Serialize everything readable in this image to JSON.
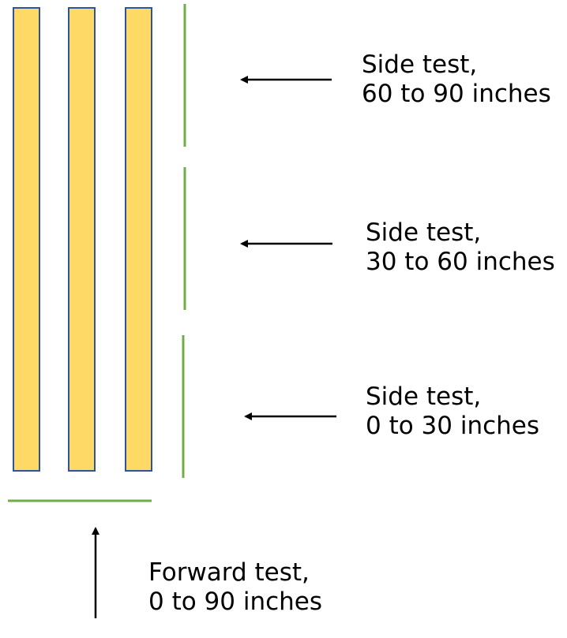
{
  "colors": {
    "bar_fill": "#FFD966",
    "bar_stroke": "#2F5597",
    "segment_stroke": "#70AD47",
    "arrow": "#000000",
    "text": "#000000",
    "background": "#FFFFFF"
  },
  "diagram": {
    "bar_count": 3,
    "icons": [
      "arrow-left-icon",
      "arrow-left-icon",
      "arrow-left-icon",
      "arrow-up-icon"
    ]
  },
  "labels": {
    "side_60_90": {
      "line1": "Side test,",
      "line2": "60 to 90 inches"
    },
    "side_30_60": {
      "line1": "Side test,",
      "line2": "30 to 60 inches"
    },
    "side_0_30": {
      "line1": "Side test,",
      "line2": "0 to 30 inches"
    },
    "forward": {
      "line1": "Forward test,",
      "line2": "0 to 90 inches"
    }
  }
}
